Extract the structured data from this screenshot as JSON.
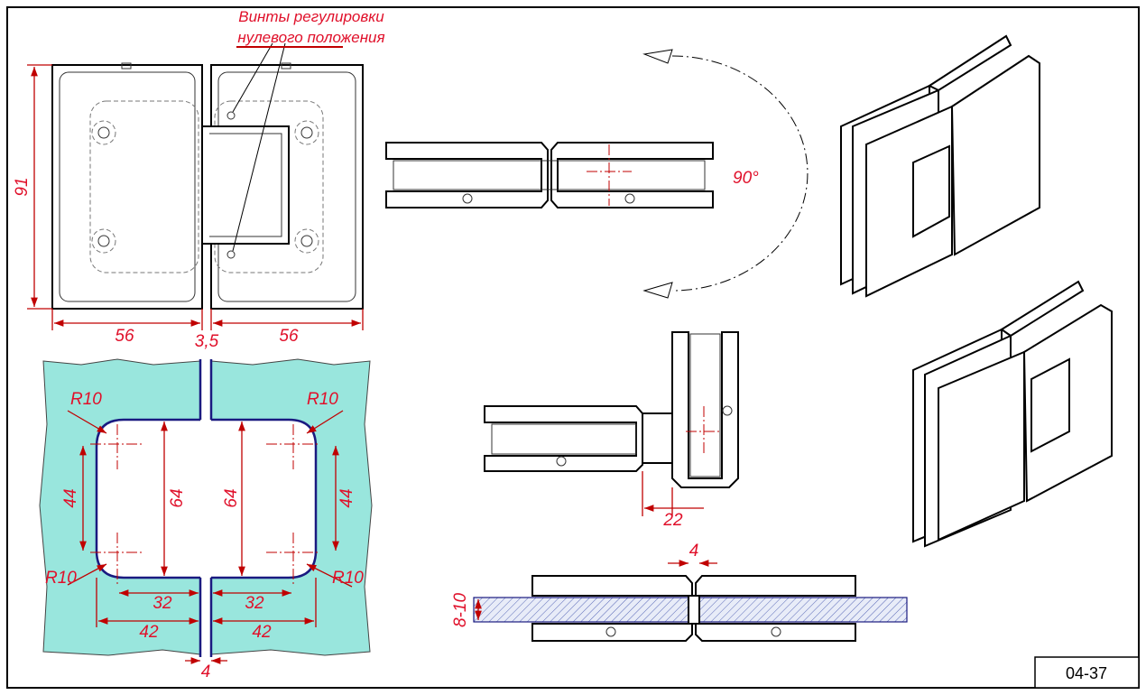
{
  "drawing_number": "04-37",
  "annotation": {
    "line1": "Винты регулировки",
    "line2": "нулевого положения"
  },
  "front_view": {
    "height": "91",
    "left_width": "56",
    "gap": "3,5",
    "right_width": "56"
  },
  "cutout": {
    "radius_tl": "R10",
    "radius_tr": "R10",
    "radius_bl": "R10",
    "radius_br": "R10",
    "left_hole_spacing": "44",
    "left_height": "64",
    "right_height": "64",
    "right_hole_spacing": "44",
    "left_hole_offset": "32",
    "right_hole_offset": "32",
    "left_depth": "42",
    "right_depth": "42",
    "gap": "4"
  },
  "rotation_angle": "90°",
  "side_view": {
    "offset": "22"
  },
  "glass_view": {
    "gap": "4",
    "glass_thickness": "8-10"
  },
  "colors": {
    "dimension": "#e0102a",
    "glass": "#99e6dd",
    "line": "#000000"
  }
}
